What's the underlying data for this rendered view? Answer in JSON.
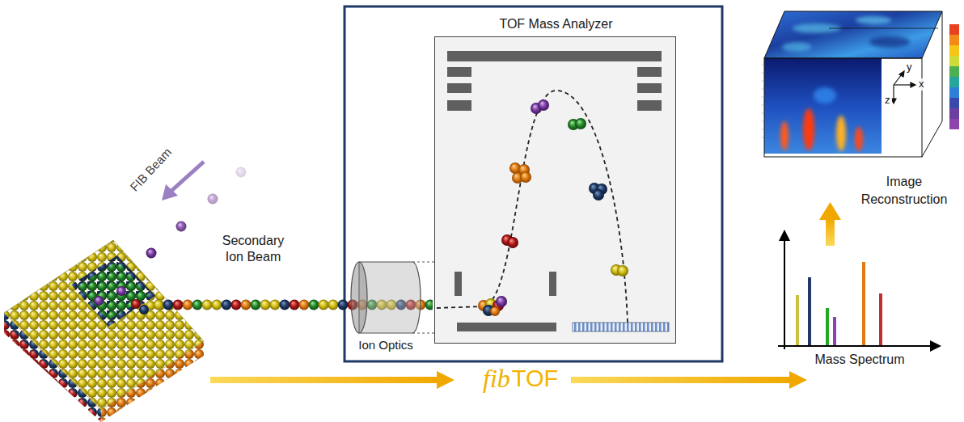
{
  "diagram": {
    "nodes": [
      {
        "text": [
          "TOF Mass Analyzer"
        ]
      },
      {
        "text": [
          "Ion Optics"
        ]
      }
    ],
    "labels": [
      "FIB Beam",
      "Secondary Ion Beam",
      "fib",
      "TOF",
      "Mass Spectrum",
      "Image Reconstruction",
      "y",
      "x",
      "z"
    ]
  }
}
